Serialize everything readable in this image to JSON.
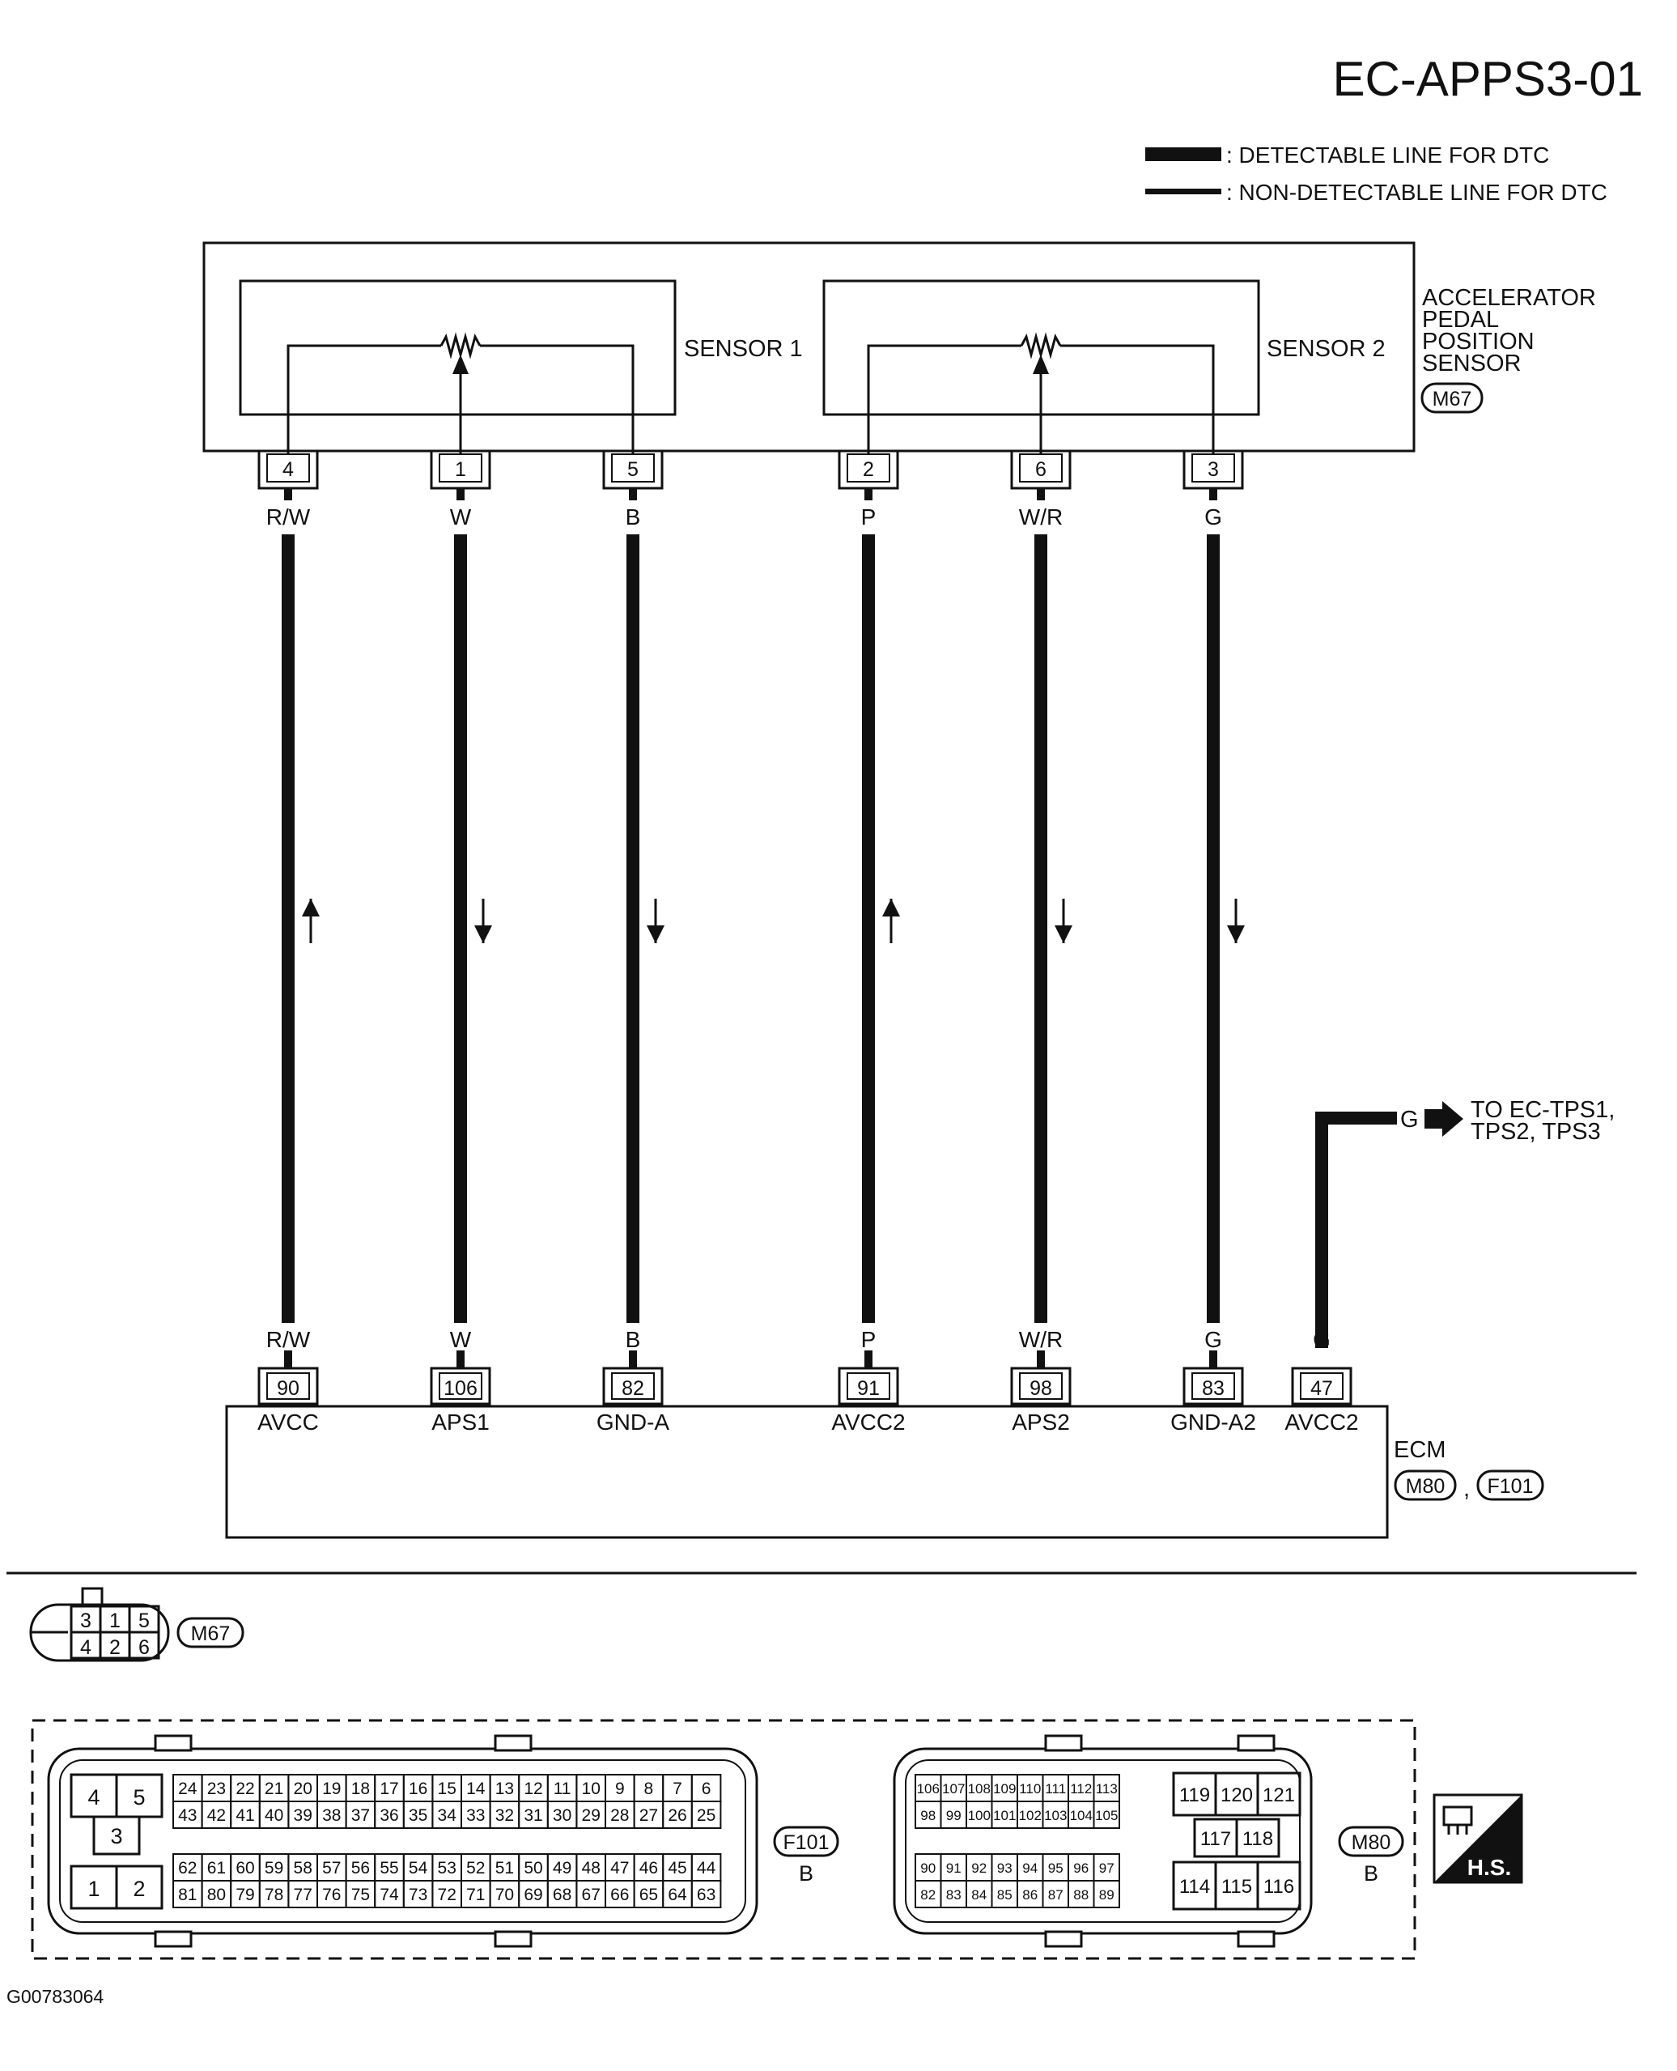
{
  "title": "EC-APPS3-01",
  "legend": {
    "detectable": ": DETECTABLE LINE FOR DTC",
    "non_detectable": ": NON-DETECTABLE LINE FOR DTC"
  },
  "sensor": {
    "name_lines": [
      "ACCELERATOR",
      "PEDAL",
      "POSITION",
      "SENSOR"
    ],
    "connector": "M67",
    "sensor1_label": "SENSOR 1",
    "sensor2_label": "SENSOR 2"
  },
  "wires": [
    {
      "sensor_pin": "4",
      "color": "R/W",
      "ecm_pin": "90",
      "ecm_name": "AVCC",
      "direction": "up"
    },
    {
      "sensor_pin": "1",
      "color": "W",
      "ecm_pin": "106",
      "ecm_name": "APS1",
      "direction": "down"
    },
    {
      "sensor_pin": "5",
      "color": "B",
      "ecm_pin": "82",
      "ecm_name": "GND-A",
      "direction": "down"
    },
    {
      "sensor_pin": "2",
      "color": "P",
      "ecm_pin": "91",
      "ecm_name": "AVCC2",
      "direction": "up"
    },
    {
      "sensor_pin": "6",
      "color": "W/R",
      "ecm_pin": "98",
      "ecm_name": "APS2",
      "direction": "down"
    },
    {
      "sensor_pin": "3",
      "color": "G",
      "ecm_pin": "83",
      "ecm_name": "GND-A2",
      "direction": "down"
    }
  ],
  "extra_wire": {
    "color": "G",
    "ecm_pin": "47",
    "ecm_name": "AVCC2",
    "to_label_lines": [
      "TO EC-TPS1,",
      "TPS2, TPS3"
    ]
  },
  "ecm": {
    "label": "ECM",
    "connectors": [
      "M80",
      "F101"
    ],
    "separator": ","
  },
  "m67_connector": {
    "label": "M67",
    "top_row": [
      "3",
      "1",
      "5"
    ],
    "bottom_row": [
      "4",
      "2",
      "6"
    ]
  },
  "f101_connector": {
    "label": "F101",
    "color": "B",
    "power_pins": [
      "4",
      "5",
      "3",
      "1",
      "2"
    ],
    "rows": [
      [
        "24",
        "23",
        "22",
        "21",
        "20",
        "19",
        "18",
        "17",
        "16",
        "15",
        "14",
        "13",
        "12",
        "11",
        "10",
        "9",
        "8",
        "7",
        "6"
      ],
      [
        "43",
        "42",
        "41",
        "40",
        "39",
        "38",
        "37",
        "36",
        "35",
        "34",
        "33",
        "32",
        "31",
        "30",
        "29",
        "28",
        "27",
        "26",
        "25"
      ],
      [
        "62",
        "61",
        "60",
        "59",
        "58",
        "57",
        "56",
        "55",
        "54",
        "53",
        "52",
        "51",
        "50",
        "49",
        "48",
        "47",
        "46",
        "45",
        "44"
      ],
      [
        "81",
        "80",
        "79",
        "78",
        "77",
        "76",
        "75",
        "74",
        "73",
        "72",
        "71",
        "70",
        "69",
        "68",
        "67",
        "66",
        "65",
        "64",
        "63"
      ]
    ]
  },
  "m80_connector": {
    "label": "M80",
    "color": "B",
    "rows": [
      [
        "106",
        "107",
        "108",
        "109",
        "110",
        "111",
        "112",
        "113"
      ],
      [
        "98",
        "99",
        "100",
        "101",
        "102",
        "103",
        "104",
        "105"
      ],
      [
        "90",
        "91",
        "92",
        "93",
        "94",
        "95",
        "96",
        "97"
      ],
      [
        "82",
        "83",
        "84",
        "85",
        "86",
        "87",
        "88",
        "89"
      ]
    ],
    "power_rows": [
      [
        "119",
        "120",
        "121"
      ],
      [
        "117",
        "118"
      ],
      [
        "114",
        "115",
        "116"
      ]
    ]
  },
  "hs_badge": "H.S.",
  "figure_id": "G00783064"
}
